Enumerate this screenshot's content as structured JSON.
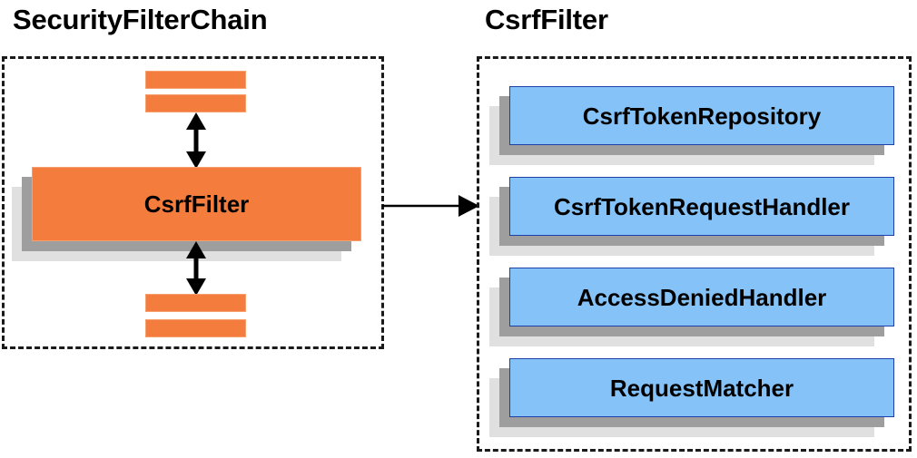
{
  "diagram": {
    "type": "component-collaboration-diagram",
    "background_color": "#ffffff",
    "colors": {
      "filter_fill": "#f47c3c",
      "filter_border": "#f6a072",
      "collaborator_fill": "#85c2f7",
      "collaborator_border": "#1f3fa8",
      "shadow_dark": "#9e9e9e",
      "shadow_light": "#e0e0e0",
      "outline_dashed": "#1a1a1a",
      "arrow": "#000000"
    }
  },
  "panels": {
    "left": {
      "title": "SecurityFilterChain",
      "filters_above": [
        {
          "label": ""
        },
        {
          "label": ""
        }
      ],
      "highlighted_filter": {
        "label": "CsrfFilter"
      },
      "filters_below": [
        {
          "label": ""
        },
        {
          "label": ""
        }
      ]
    },
    "right": {
      "title": "CsrfFilter",
      "collaborators": [
        {
          "label": "CsrfTokenRepository"
        },
        {
          "label": "CsrfTokenRequestHandler"
        },
        {
          "label": "AccessDeniedHandler"
        },
        {
          "label": "RequestMatcher"
        }
      ]
    }
  },
  "arrows": {
    "up_arrow": {
      "direction": "double-vertical",
      "from": "CsrfFilter",
      "to": "filter-above"
    },
    "down_arrow": {
      "direction": "double-vertical",
      "from": "CsrfFilter",
      "to": "filter-below"
    },
    "expand_arrow": {
      "direction": "right",
      "from": "SecurityFilterChain",
      "to": "CsrfFilter"
    }
  }
}
